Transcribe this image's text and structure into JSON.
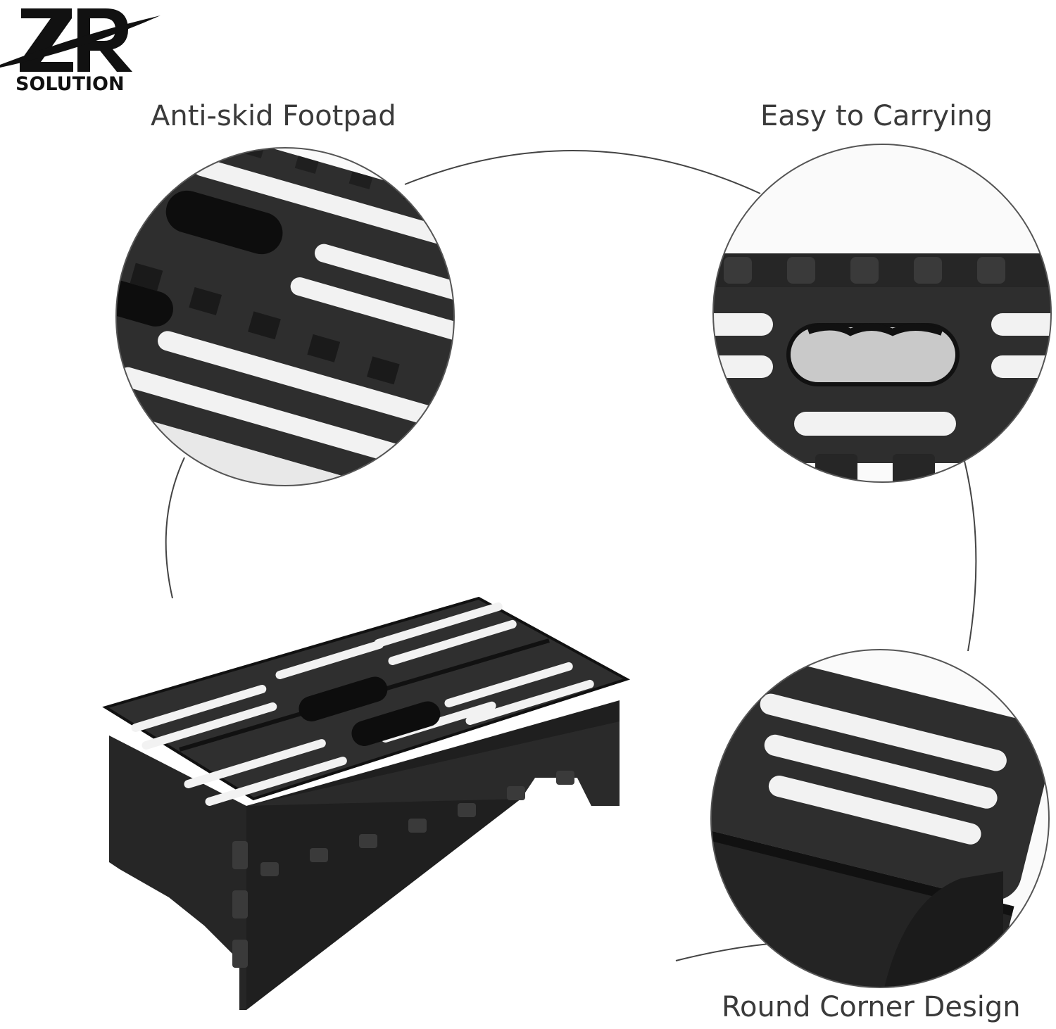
{
  "logo": {
    "mark": "ZR",
    "word": "SOLUTION",
    "color": "#111111"
  },
  "features": {
    "footpad": "Anti-skid Footpad",
    "carry": "Easy to Carrying",
    "corner": "Round Corner Design"
  },
  "colors": {
    "plastic": "#2b2b2b",
    "strip": "#f2f2f2",
    "line": "#333333"
  }
}
